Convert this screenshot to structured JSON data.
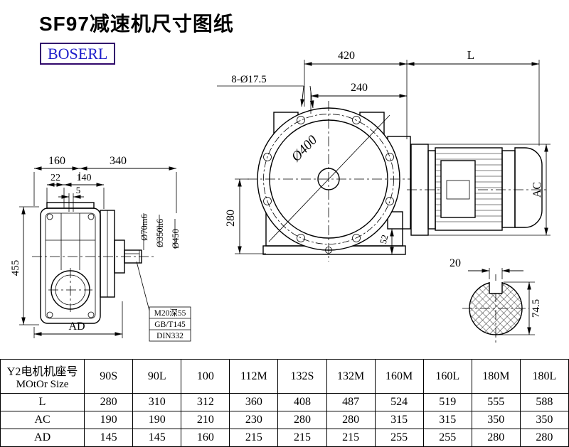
{
  "title": "SF97减速机尺寸图纸",
  "logo": "BOSERL",
  "colors": {
    "logo_text": "#1d1dca",
    "logo_border": "#31086b",
    "line": "#000000"
  },
  "dims": {
    "top_width": "420",
    "motor_len": "L",
    "bolt_holes": "8-Ø17.5",
    "inner_width": "240",
    "flange_dia": "Ø400",
    "center_h": "280",
    "foot_h": "52",
    "motor_dia": "AC",
    "left_160": "160",
    "left_340": "340",
    "left_22": "22",
    "left_140": "140",
    "left_5": "5",
    "left_455": "455",
    "left_AD": "AD",
    "shaft_dia": "Ø70m6",
    "spigot_dia": "Ø350h6",
    "flange_od": "Ø450",
    "tap_line1": "M20深55",
    "tap_line2": "GB/T145",
    "tap_line3": "DIN332",
    "key_w": "20",
    "shaft_h": "74.5"
  },
  "table": {
    "header_cn": "Y2电机机座号",
    "header_en": "MOtOr Size",
    "columns": [
      "90S",
      "90L",
      "100",
      "112M",
      "132S",
      "132M",
      "160M",
      "160L",
      "180M",
      "180L"
    ],
    "rows": [
      {
        "label": "L",
        "values": [
          "280",
          "310",
          "312",
          "360",
          "408",
          "487",
          "524",
          "519",
          "555",
          "588"
        ]
      },
      {
        "label": "AC",
        "values": [
          "190",
          "190",
          "210",
          "230",
          "280",
          "280",
          "315",
          "315",
          "350",
          "350"
        ]
      },
      {
        "label": "AD",
        "values": [
          "145",
          "145",
          "160",
          "215",
          "215",
          "215",
          "255",
          "255",
          "280",
          "280"
        ]
      }
    ]
  }
}
